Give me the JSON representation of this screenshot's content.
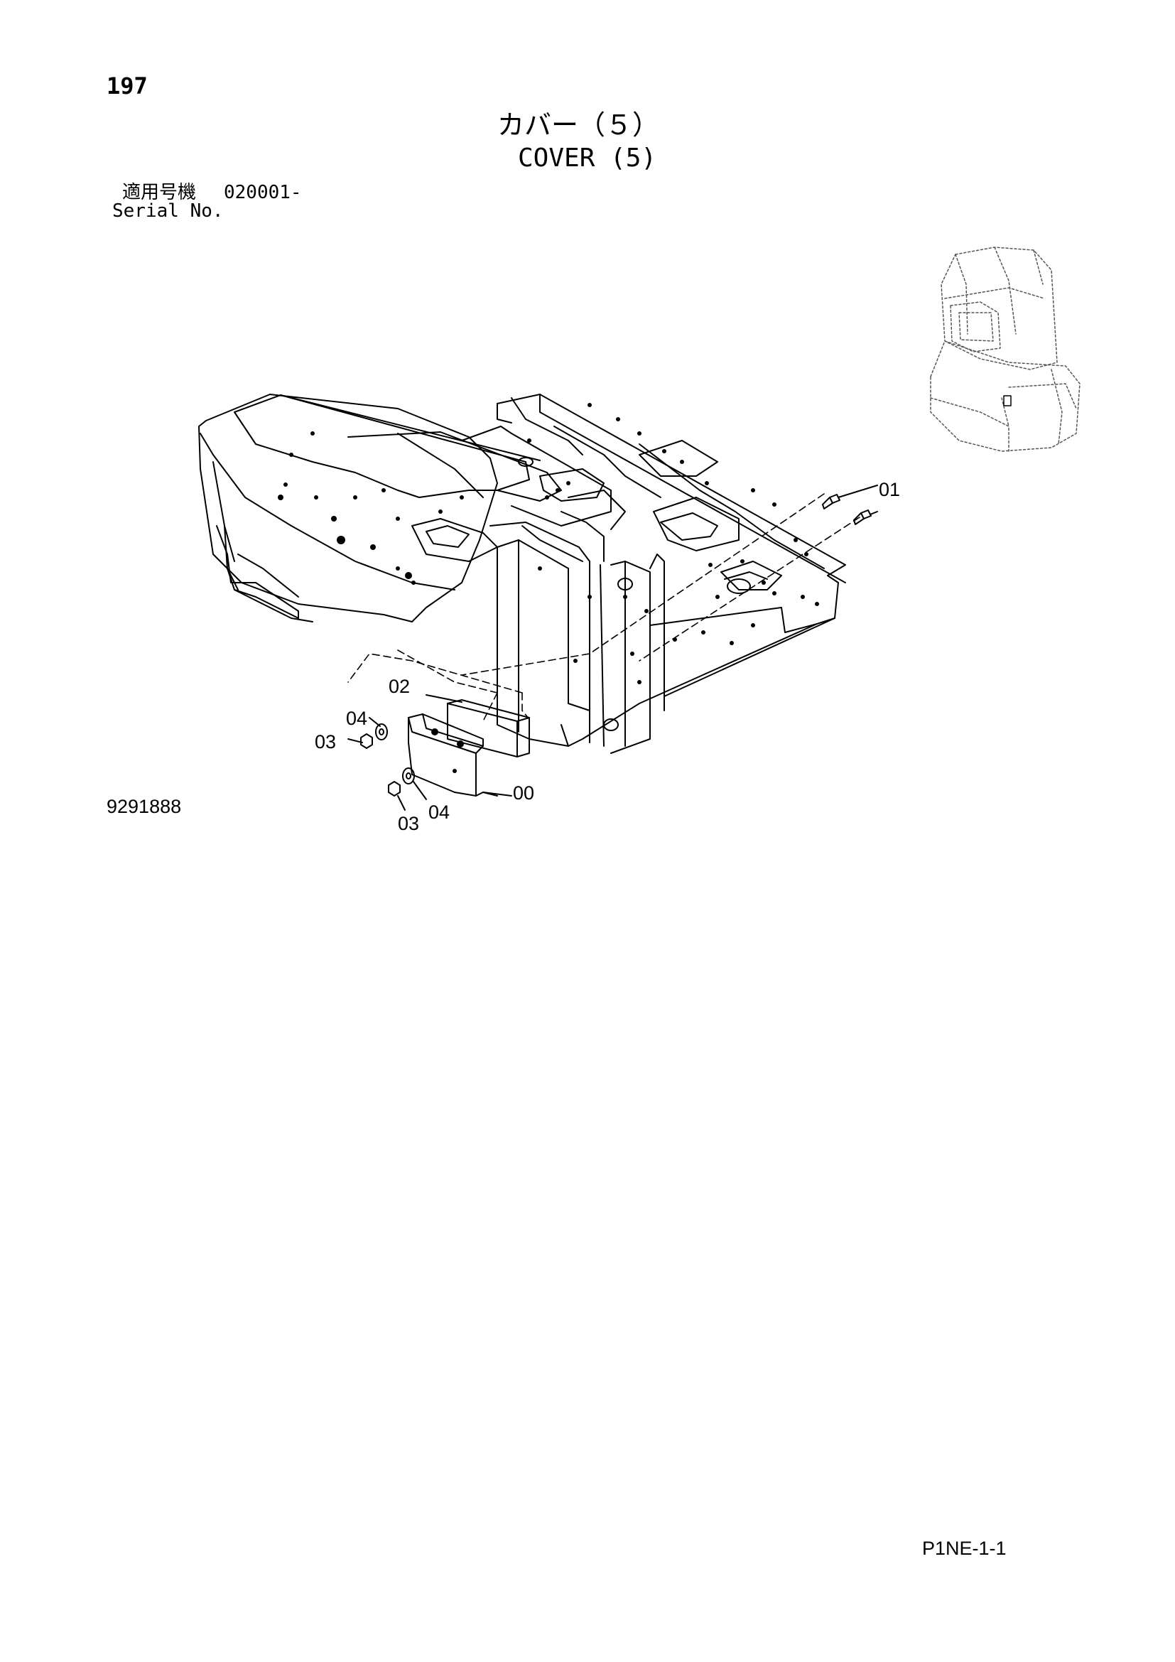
{
  "header": {
    "page_number": "197",
    "title_ja": "カバー（５）",
    "title_en": "COVER (5)",
    "serial_label_ja": "適用号機",
    "serial_value": "020001-",
    "serial_label_en": "Serial No."
  },
  "diagram": {
    "callouts": {
      "c01": "01",
      "c02": "02",
      "c04a": "04",
      "c03a": "03",
      "c00": "00",
      "c03b": "03",
      "c04b": "04"
    }
  },
  "footer": {
    "drawing_number": "9291888",
    "page_code": "P1NE-1-1"
  }
}
